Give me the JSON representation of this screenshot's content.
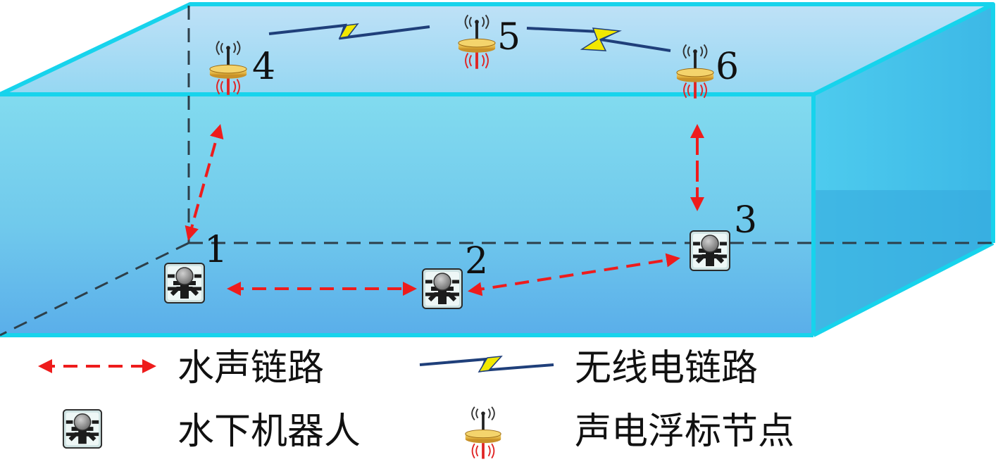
{
  "colors": {
    "acoustic_link": "#ee1c1c",
    "radio_link_line": "#1f3f7a",
    "radio_link_bolt": "#f2e800",
    "water_front_top": "#7ed9ee",
    "water_front_bottom": "#63b7ea",
    "water_edge": "#19d7ee",
    "buoy_disc": "#f1c64a",
    "robot_body": "#d8e6e6"
  },
  "icons": {
    "robot": "underwater-robot-icon",
    "buoy": "acoustic-radio-buoy-icon",
    "radio": "lightning-bolt-icon"
  },
  "nodes": [
    {
      "id": "1",
      "label": "1",
      "kind": "robot"
    },
    {
      "id": "2",
      "label": "2",
      "kind": "robot"
    },
    {
      "id": "3",
      "label": "3",
      "kind": "robot"
    },
    {
      "id": "4",
      "label": "4",
      "kind": "buoy"
    },
    {
      "id": "5",
      "label": "5",
      "kind": "buoy"
    },
    {
      "id": "6",
      "label": "6",
      "kind": "buoy"
    }
  ],
  "links": [
    {
      "from": "1",
      "to": "2",
      "type": "acoustic"
    },
    {
      "from": "2",
      "to": "3",
      "type": "acoustic"
    },
    {
      "from": "1",
      "to": "4",
      "type": "acoustic"
    },
    {
      "from": "3",
      "to": "6",
      "type": "acoustic"
    },
    {
      "from": "4",
      "to": "5",
      "type": "radio"
    },
    {
      "from": "5",
      "to": "6",
      "type": "radio"
    }
  ],
  "legend": {
    "acoustic_link": "水声链路",
    "radio_link": "无线电链路",
    "robot": "水下机器人",
    "buoy": "声电浮标节点"
  }
}
